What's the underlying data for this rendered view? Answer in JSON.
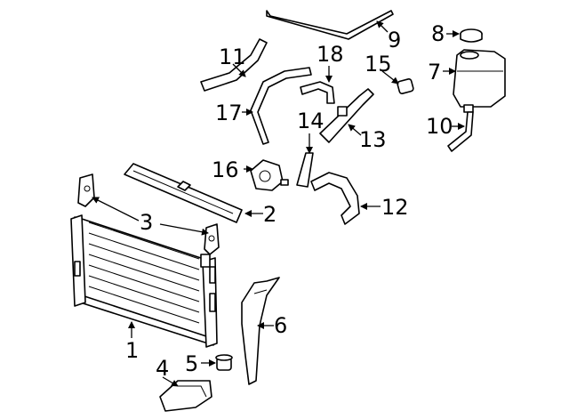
{
  "diagram": {
    "line_color": "#000000",
    "background": "#ffffff",
    "callouts": [
      {
        "id": "1",
        "label": "1"
      },
      {
        "id": "2",
        "label": "2"
      },
      {
        "id": "3",
        "label": "3"
      },
      {
        "id": "4",
        "label": "4"
      },
      {
        "id": "5",
        "label": "5"
      },
      {
        "id": "6",
        "label": "6"
      },
      {
        "id": "7",
        "label": "7"
      },
      {
        "id": "8",
        "label": "8"
      },
      {
        "id": "9",
        "label": "9"
      },
      {
        "id": "10",
        "label": "10"
      },
      {
        "id": "11",
        "label": "11"
      },
      {
        "id": "12",
        "label": "12"
      },
      {
        "id": "13",
        "label": "13"
      },
      {
        "id": "14",
        "label": "14"
      },
      {
        "id": "15",
        "label": "15"
      },
      {
        "id": "16",
        "label": "16"
      },
      {
        "id": "17",
        "label": "17"
      },
      {
        "id": "18",
        "label": "18"
      }
    ]
  }
}
